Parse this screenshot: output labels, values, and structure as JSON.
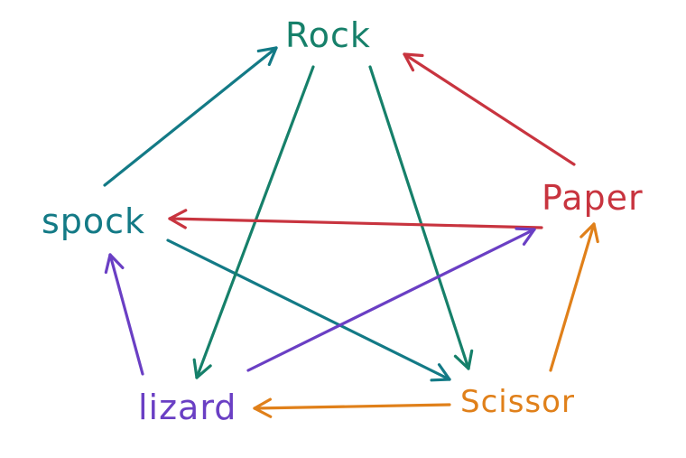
{
  "nodes": {
    "rock": {
      "label": "Rock",
      "color": "#16806a"
    },
    "paper": {
      "label": "Paper",
      "color": "#c8343f"
    },
    "spock": {
      "label": "spock",
      "color": "#137a86"
    },
    "lizard": {
      "label": "lizard",
      "color": "#6a3fc4"
    },
    "scissor": {
      "label": "Scissor",
      "color": "#e0801a"
    }
  },
  "edges": [
    {
      "from": "spock",
      "to": "rock",
      "color": "#137a86"
    },
    {
      "from": "spock",
      "to": "scissor",
      "color": "#137a86"
    },
    {
      "from": "rock",
      "to": "lizard",
      "color": "#16806a"
    },
    {
      "from": "rock",
      "to": "scissor",
      "color": "#16806a"
    },
    {
      "from": "paper",
      "to": "rock",
      "color": "#c8343f"
    },
    {
      "from": "paper",
      "to": "spock",
      "color": "#c8343f"
    },
    {
      "from": "lizard",
      "to": "spock",
      "color": "#6a3fc4"
    },
    {
      "from": "lizard",
      "to": "paper",
      "color": "#6a3fc4"
    },
    {
      "from": "scissor",
      "to": "lizard",
      "color": "#e0801a"
    },
    {
      "from": "scissor",
      "to": "paper",
      "color": "#e0801a"
    }
  ]
}
